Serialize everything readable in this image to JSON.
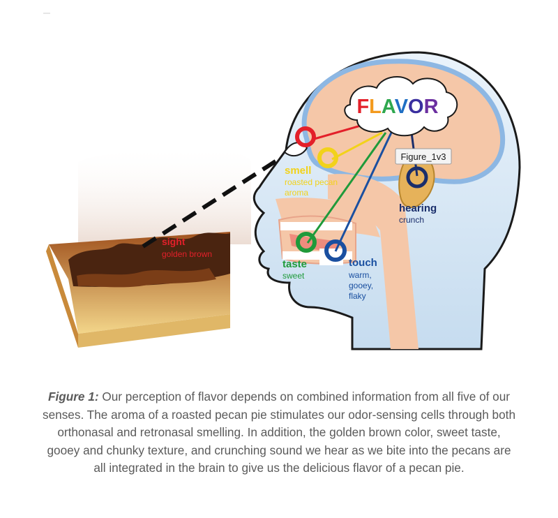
{
  "diagram": {
    "flavor_letters": [
      {
        "char": "F",
        "color": "#e3202a"
      },
      {
        "char": "L",
        "color": "#f39a1e"
      },
      {
        "char": "A",
        "color": "#2fa84f"
      },
      {
        "char": "V",
        "color": "#1f6fc4"
      },
      {
        "char": "O",
        "color": "#3a2f9f"
      },
      {
        "char": "R",
        "color": "#6b2fa0"
      }
    ],
    "senses": {
      "sight": {
        "label": "sight",
        "detail": "golden brown",
        "color": "#e3202a"
      },
      "smell": {
        "label": "smell",
        "detail_line1": "roasted pecan",
        "detail_line2": "aroma",
        "color": "#f2d21a"
      },
      "taste": {
        "label": "taste",
        "detail": "sweet",
        "color": "#1f9a3a"
      },
      "touch": {
        "label": "touch",
        "detail_line1": "warm,",
        "detail_line2": "gooey,",
        "detail_line3": "flaky",
        "color": "#1a4fa0"
      },
      "hearing": {
        "label": "hearing",
        "detail": "crunch",
        "color": "#1a2e6b"
      }
    },
    "tooltip": "Figure_1v3"
  },
  "caption": {
    "label": "Figure 1:",
    "text": "Our perception of flavor depends on combined information from all five of our senses. The aroma of a roasted pecan pie stimulates our odor-sensing cells through both orthonasal and retronasal smelling. In addition, the golden brown color, sweet taste, gooey and chunky texture, and crunching sound we hear as we bite into the pecans are all integrated in the brain to give us the delicious flavor of a pecan pie."
  }
}
